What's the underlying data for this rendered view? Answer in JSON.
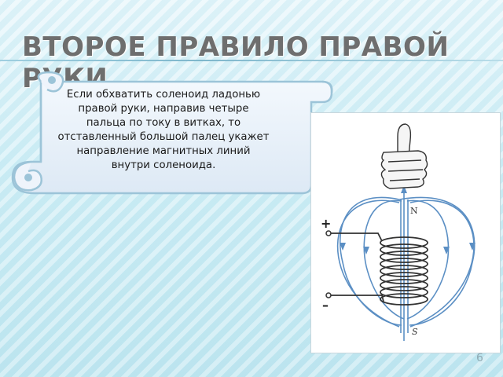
{
  "slide": {
    "title": "ВТОРОЕ ПРАВИЛО ПРАВОЙ РУКИ",
    "text_lines": [
      "Если обхватить соленоид ладонью",
      "правой руки, направив четыре",
      "пальца по току в витках, то",
      "отставленный большой палец укажет",
      "направление магнитных линий",
      "внутри соленоида."
    ],
    "page_number": "6"
  },
  "figure": {
    "pole_top": "N",
    "pole_bottom": "S",
    "terminal_plus": "+",
    "terminal_minus": "–"
  },
  "colors": {
    "title": "#6e6e6e",
    "scroll_fill": "#e9f1fa",
    "scroll_border": "#9cc4d8",
    "field_lines": "#5b8fc4"
  }
}
